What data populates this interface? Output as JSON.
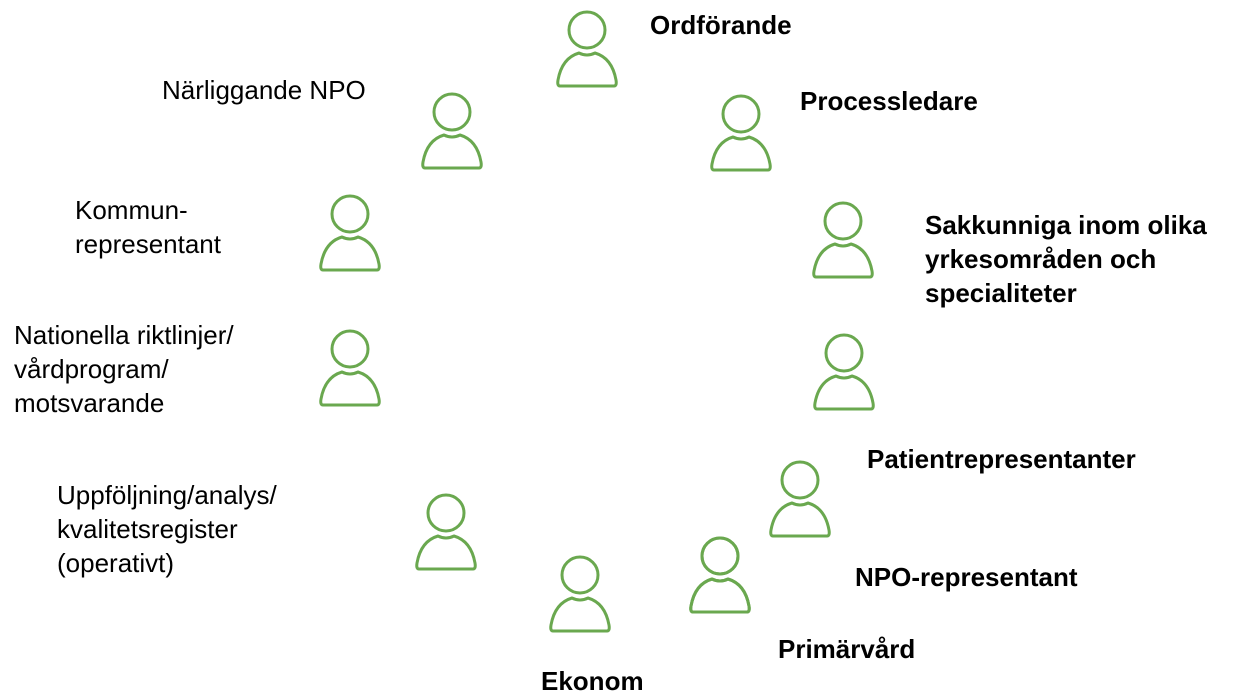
{
  "icon_color": "#6aa84f",
  "roles": [
    {
      "id": "ordforande",
      "lines": [
        "Ordförande"
      ],
      "bold": true
    },
    {
      "id": "processledare",
      "lines": [
        "Processledare"
      ],
      "bold": true
    },
    {
      "id": "sakkunniga",
      "lines": [
        "Sakkunniga inom olika",
        "yrkesområden och",
        "specialiteter"
      ],
      "bold": true
    },
    {
      "id": "unlabeled-right",
      "lines": [],
      "bold": true
    },
    {
      "id": "patientrepresentanter",
      "lines": [
        "Patientrepresentanter"
      ],
      "bold": true
    },
    {
      "id": "npo-representant",
      "lines": [
        "NPO-representant"
      ],
      "bold": true
    },
    {
      "id": "primarvard",
      "lines": [
        "Primärvård"
      ],
      "bold": true
    },
    {
      "id": "ekonom",
      "lines": [
        "Ekonom"
      ],
      "bold": true
    },
    {
      "id": "uppfoljning",
      "lines": [
        "Uppföljning/analys/",
        "kvalitetsregister",
        "(operativt)"
      ],
      "bold": false
    },
    {
      "id": "nationella-riktlinjer",
      "lines": [
        "Nationella riktlinjer/",
        "vårdprogram/",
        "motsvarande"
      ],
      "bold": false
    },
    {
      "id": "kommunrepresentant",
      "lines": [
        "Kommun-",
        "representant"
      ],
      "bold": false
    },
    {
      "id": "narliggande-npo",
      "lines": [
        "Närliggande NPO"
      ],
      "bold": false
    }
  ]
}
